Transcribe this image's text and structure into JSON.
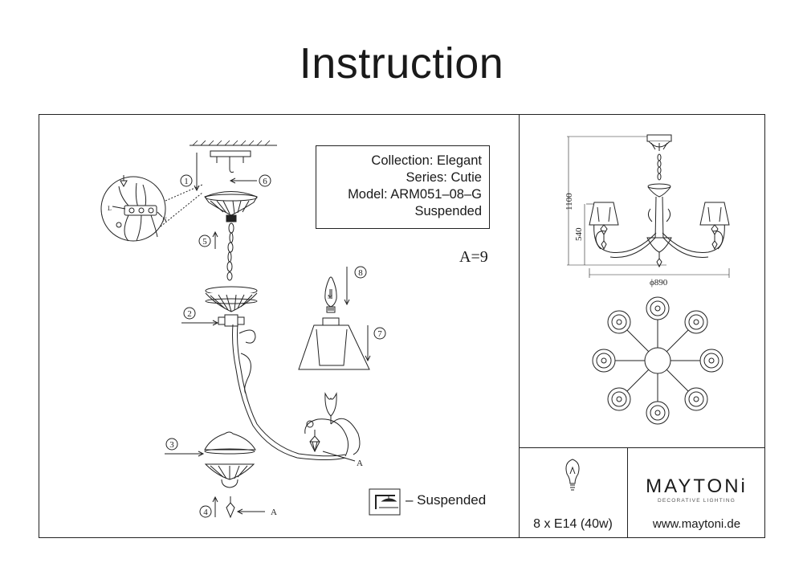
{
  "header": {
    "title": "Instruction"
  },
  "info": {
    "collection": "Collection: Elegant",
    "series": "Series: Cutie",
    "model": "Model: ARM051–08–G",
    "type": "Suspended"
  },
  "assembly": {
    "a_count": "A=9",
    "steps": [
      "1",
      "2",
      "3",
      "4",
      "5",
      "6",
      "7",
      "8"
    ],
    "part_label": "A",
    "wire_labels": [
      "L",
      "N"
    ],
    "bulb_label": "M"
  },
  "legend": {
    "text": "– Suspended"
  },
  "dimensions": {
    "height_total": "1100",
    "height_body": "540",
    "diameter": "ϕ890"
  },
  "footer": {
    "bulb_spec": "8 x E14 (40w)",
    "brand": "MAYTONi",
    "brand_tagline": "DECORATIVE LIGHTING",
    "website": "www.maytoni.de"
  },
  "colors": {
    "line": "#222222",
    "background": "#ffffff"
  }
}
